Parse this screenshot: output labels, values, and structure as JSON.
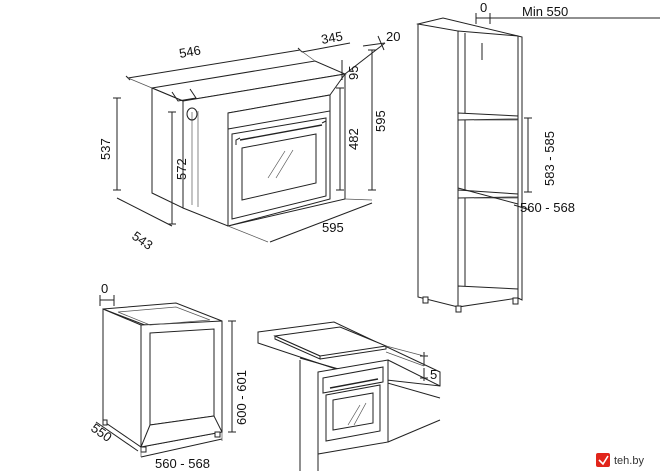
{
  "oven_dims": {
    "width": "546",
    "depth_top": "345",
    "clearance_top": "20",
    "top_panel": "95",
    "depth_side": "537",
    "niche_height": "572",
    "door_height": "482",
    "total_height": "595",
    "depth_bottom": "543",
    "width_bottom": "595"
  },
  "column_dims": {
    "gap": "0",
    "min_width": "Min 550",
    "niche_height": "583 - 585",
    "niche_width": "560 - 568"
  },
  "base_cabinet_dims": {
    "gap": "0",
    "height": "600 - 601",
    "depth": "550",
    "width": "560 - 568"
  },
  "hob_dims": {
    "gap": "5"
  },
  "watermark": {
    "text": "teh.by"
  }
}
